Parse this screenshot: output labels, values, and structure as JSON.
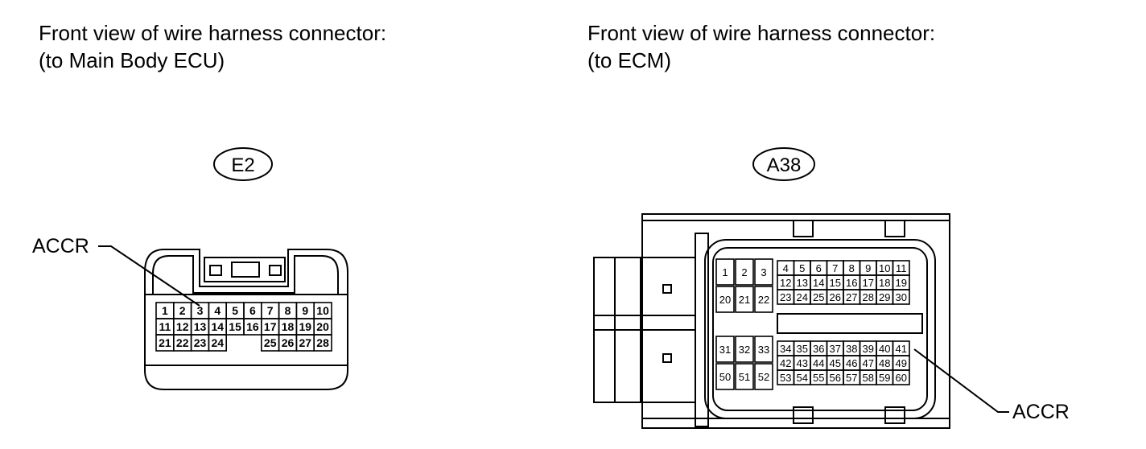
{
  "left": {
    "caption_line1": "Front view of wire harness connector:",
    "caption_line2": "(to Main Body ECU)",
    "connector_code": "E2",
    "pin_label": "ACCR",
    "pin_label_target": "3",
    "rows": [
      [
        "1",
        "2",
        "3",
        "4",
        "5",
        "6",
        "7",
        "8",
        "9",
        "10"
      ],
      [
        "11",
        "12",
        "13",
        "14",
        "15",
        "16",
        "17",
        "18",
        "19",
        "20"
      ],
      [
        "21",
        "22",
        "23",
        "24",
        "",
        "",
        "25",
        "26",
        "27",
        "28"
      ]
    ]
  },
  "right": {
    "caption_line1": "Front view of wire harness connector:",
    "caption_line2": "(to ECM)",
    "connector_code": "A38",
    "pin_label": "ACCR",
    "pin_label_target": "41",
    "top_small": [
      [
        "1",
        "2",
        "3"
      ],
      [
        "20",
        "21",
        "22"
      ]
    ],
    "top_grid": [
      [
        "4",
        "5",
        "6",
        "7",
        "8",
        "9",
        "10",
        "11"
      ],
      [
        "12",
        "13",
        "14",
        "15",
        "16",
        "17",
        "18",
        "19"
      ],
      [
        "23",
        "24",
        "25",
        "26",
        "27",
        "28",
        "29",
        "30"
      ]
    ],
    "bottom_small": [
      [
        "31",
        "32",
        "33"
      ],
      [
        "50",
        "51",
        "52"
      ]
    ],
    "bottom_grid": [
      [
        "34",
        "35",
        "36",
        "37",
        "38",
        "39",
        "40",
        "41"
      ],
      [
        "42",
        "43",
        "44",
        "45",
        "46",
        "47",
        "48",
        "49"
      ],
      [
        "53",
        "54",
        "55",
        "56",
        "57",
        "58",
        "59",
        "60"
      ]
    ]
  }
}
